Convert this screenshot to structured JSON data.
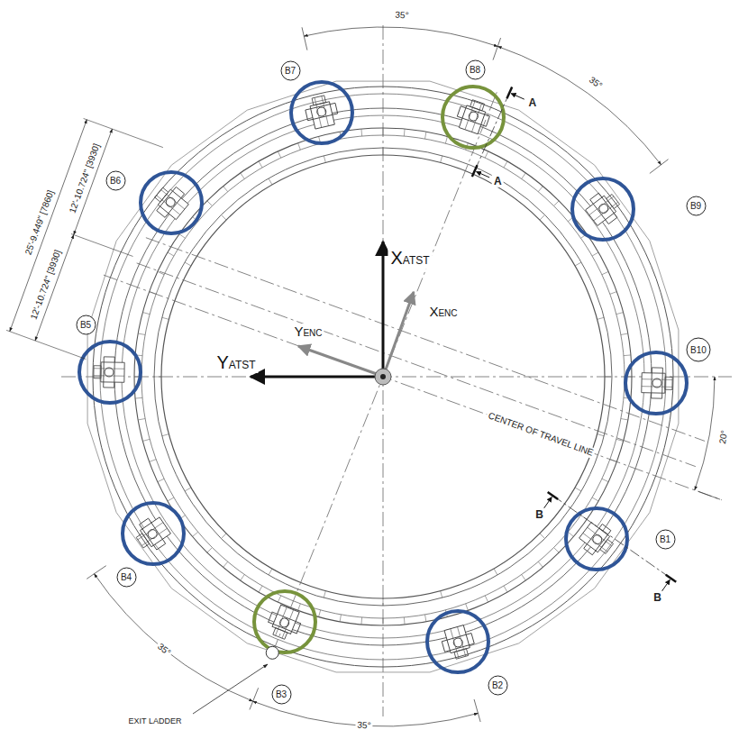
{
  "diagram": {
    "nodes": [
      {
        "text": [
          "B8"
        ]
      },
      {
        "text": [
          "B7"
        ]
      },
      {
        "text": [
          "B6"
        ]
      },
      {
        "text": [
          "B9"
        ]
      },
      {
        "text": [
          "B5"
        ]
      },
      {
        "text": [
          "B10"
        ]
      },
      {
        "text": [
          "B1"
        ]
      },
      {
        "text": [
          "B4"
        ]
      },
      {
        "text": [
          "B3"
        ]
      },
      {
        "text": [
          "B2"
        ]
      }
    ],
    "labels": [
      "35°",
      "35°",
      "35°",
      "35°",
      "20°",
      "25'-9.449\" [7860]",
      "12'-10.724\" [3930]",
      "12'-10.724\" [3930]",
      "A",
      "A",
      "B",
      "B",
      "CENTER OF TRAVEL LINE",
      "EXIT LADDER",
      "XATST",
      "YATST",
      "XENC",
      "YENC"
    ]
  }
}
